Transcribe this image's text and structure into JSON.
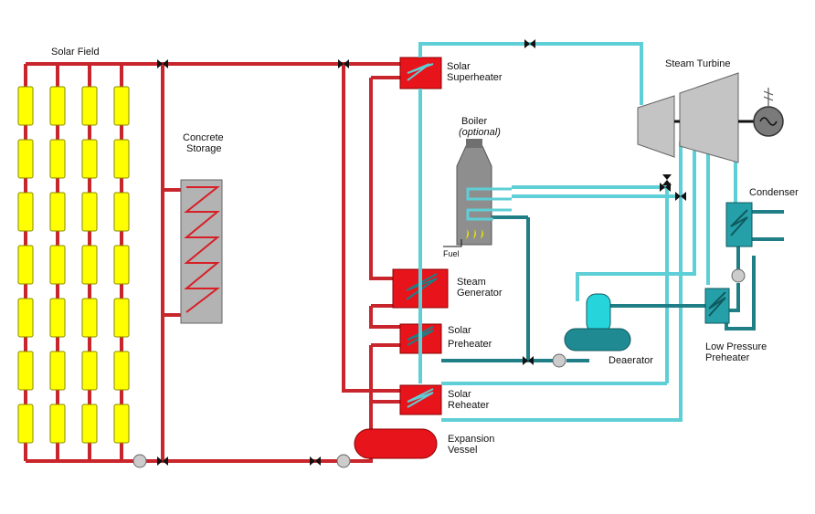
{
  "labels": {
    "solar_field": "Solar Field",
    "concrete_storage": [
      "Concrete",
      "Storage"
    ],
    "solar_superheater": [
      "Solar",
      "Superheater"
    ],
    "boiler": [
      "Boiler",
      "(optional)"
    ],
    "fuel": "Fuel",
    "steam_turbine": "Steam Turbine",
    "condenser": "Condenser",
    "steam_generator": [
      "Steam",
      "Generator"
    ],
    "solar_preheater": [
      "Solar",
      "Preheater"
    ],
    "deaerator": "Deaerator",
    "low_pressure_preheater": [
      "Low Pressure",
      "Preheater"
    ],
    "solar_reheater": [
      "Solar",
      "Reheater"
    ],
    "expansion_vessel": [
      "Expansion",
      "Vessel"
    ]
  },
  "colors": {
    "oil_loop": "#c8262c",
    "steam": "#5ecfd6",
    "water": "#1f7e86",
    "collector": "#ffff00",
    "exchanger": "#e8141b",
    "storage": "#b3b3b3",
    "turbine": "#b8b8b8",
    "deaerator": "#26a0a8",
    "fuel_flame": "#e6e600"
  },
  "icons": [
    "valve-icon",
    "pump-icon",
    "generator-icon",
    "heat-exchanger-icon",
    "flame-icon"
  ]
}
